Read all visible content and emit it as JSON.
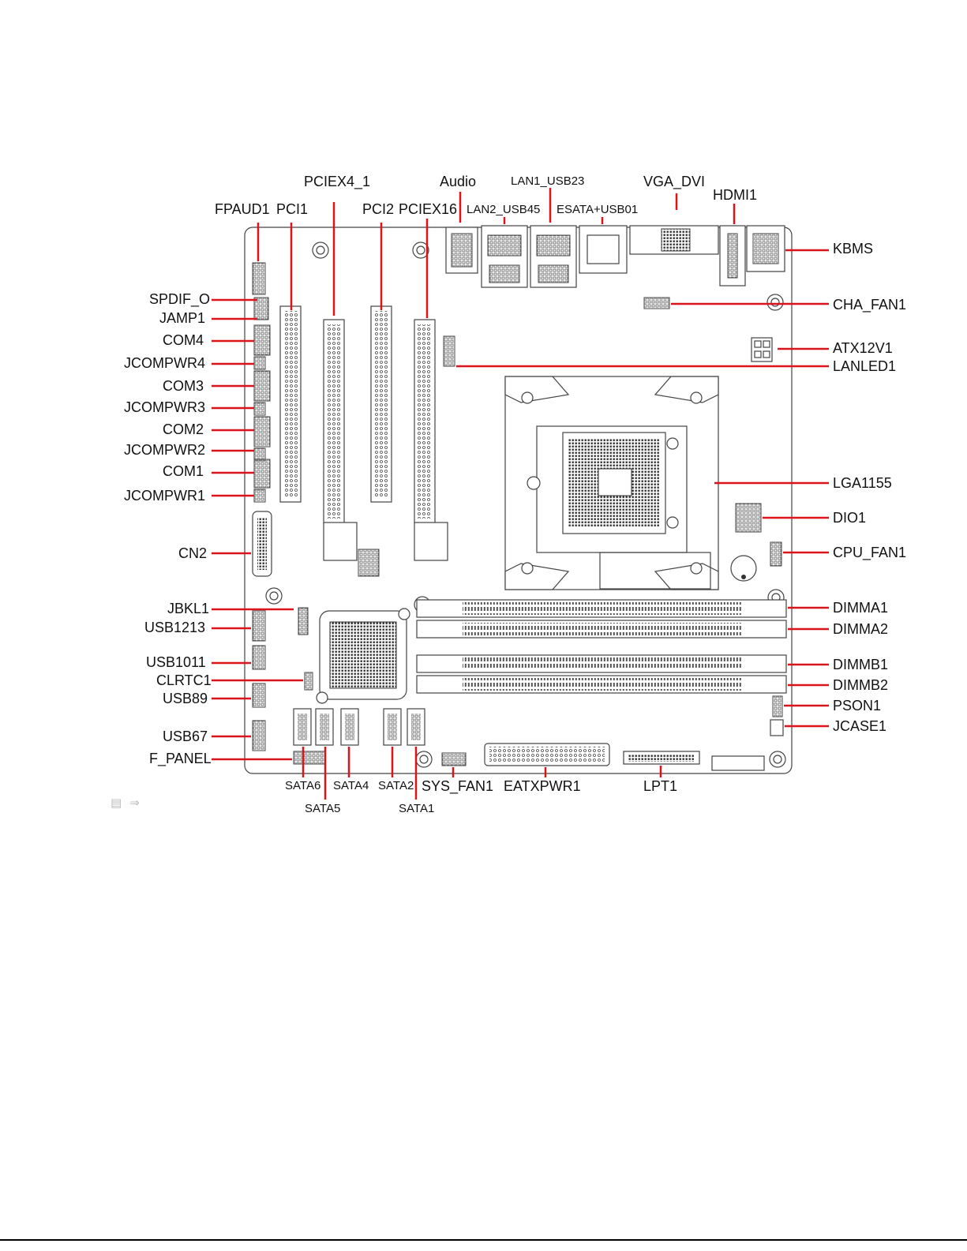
{
  "colors": {
    "leader": "#d9141b",
    "outline": "#444444",
    "text": "#111111"
  },
  "labels": {
    "pciex4_1": "PCIEX4_1",
    "audio": "Audio",
    "lan1_usb23": "LAN1_USB23",
    "vga_dvi": "VGA_DVI",
    "hdmi1": "HDMI1",
    "fpaud1": "FPAUD1",
    "pci1": "PCI1",
    "pci2": "PCI2",
    "pciex16": "PCIEX16",
    "lan2_usb45": "LAN2_USB45",
    "esata_usb01": "ESATA+USB01",
    "kbms": "KBMS",
    "spdif_o": "SPDIF_O",
    "jamp1": "JAMP1",
    "cha_fan1": "CHA_FAN1",
    "com4": "COM4",
    "atx12v1": "ATX12V1",
    "jcompwr4": "JCOMPWR4",
    "lanled1": "LANLED1",
    "com3": "COM3",
    "jcompwr3": "JCOMPWR3",
    "com2": "COM2",
    "jcompwr2": "JCOMPWR2",
    "com1": "COM1",
    "lga1155": "LGA1155",
    "jcompwr1": "JCOMPWR1",
    "dio1": "DIO1",
    "cn2": "CN2",
    "cpu_fan1": "CPU_FAN1",
    "jbkl1": "JBKL1",
    "dimma1": "DIMMA1",
    "usb1213": "USB1213",
    "dimma2": "DIMMA2",
    "usb1011": "USB1011",
    "dimmb1": "DIMMB1",
    "clrtc1": "CLRTC1",
    "dimmb2": "DIMMB2",
    "usb89": "USB89",
    "pson1": "PSON1",
    "jcase1": "JCASE1",
    "usb67": "USB67",
    "f_panel": "F_PANEL",
    "sata6": "SATA6",
    "sata4": "SATA4",
    "sata2": "SATA2",
    "sys_fan1": "SYS_FAN1",
    "eatxpwr1": "EATXPWR1",
    "lpt1": "LPT1",
    "sata5": "SATA5",
    "sata1": "SATA1"
  },
  "icons": [
    "list-icon",
    "arrow-right-icon"
  ]
}
